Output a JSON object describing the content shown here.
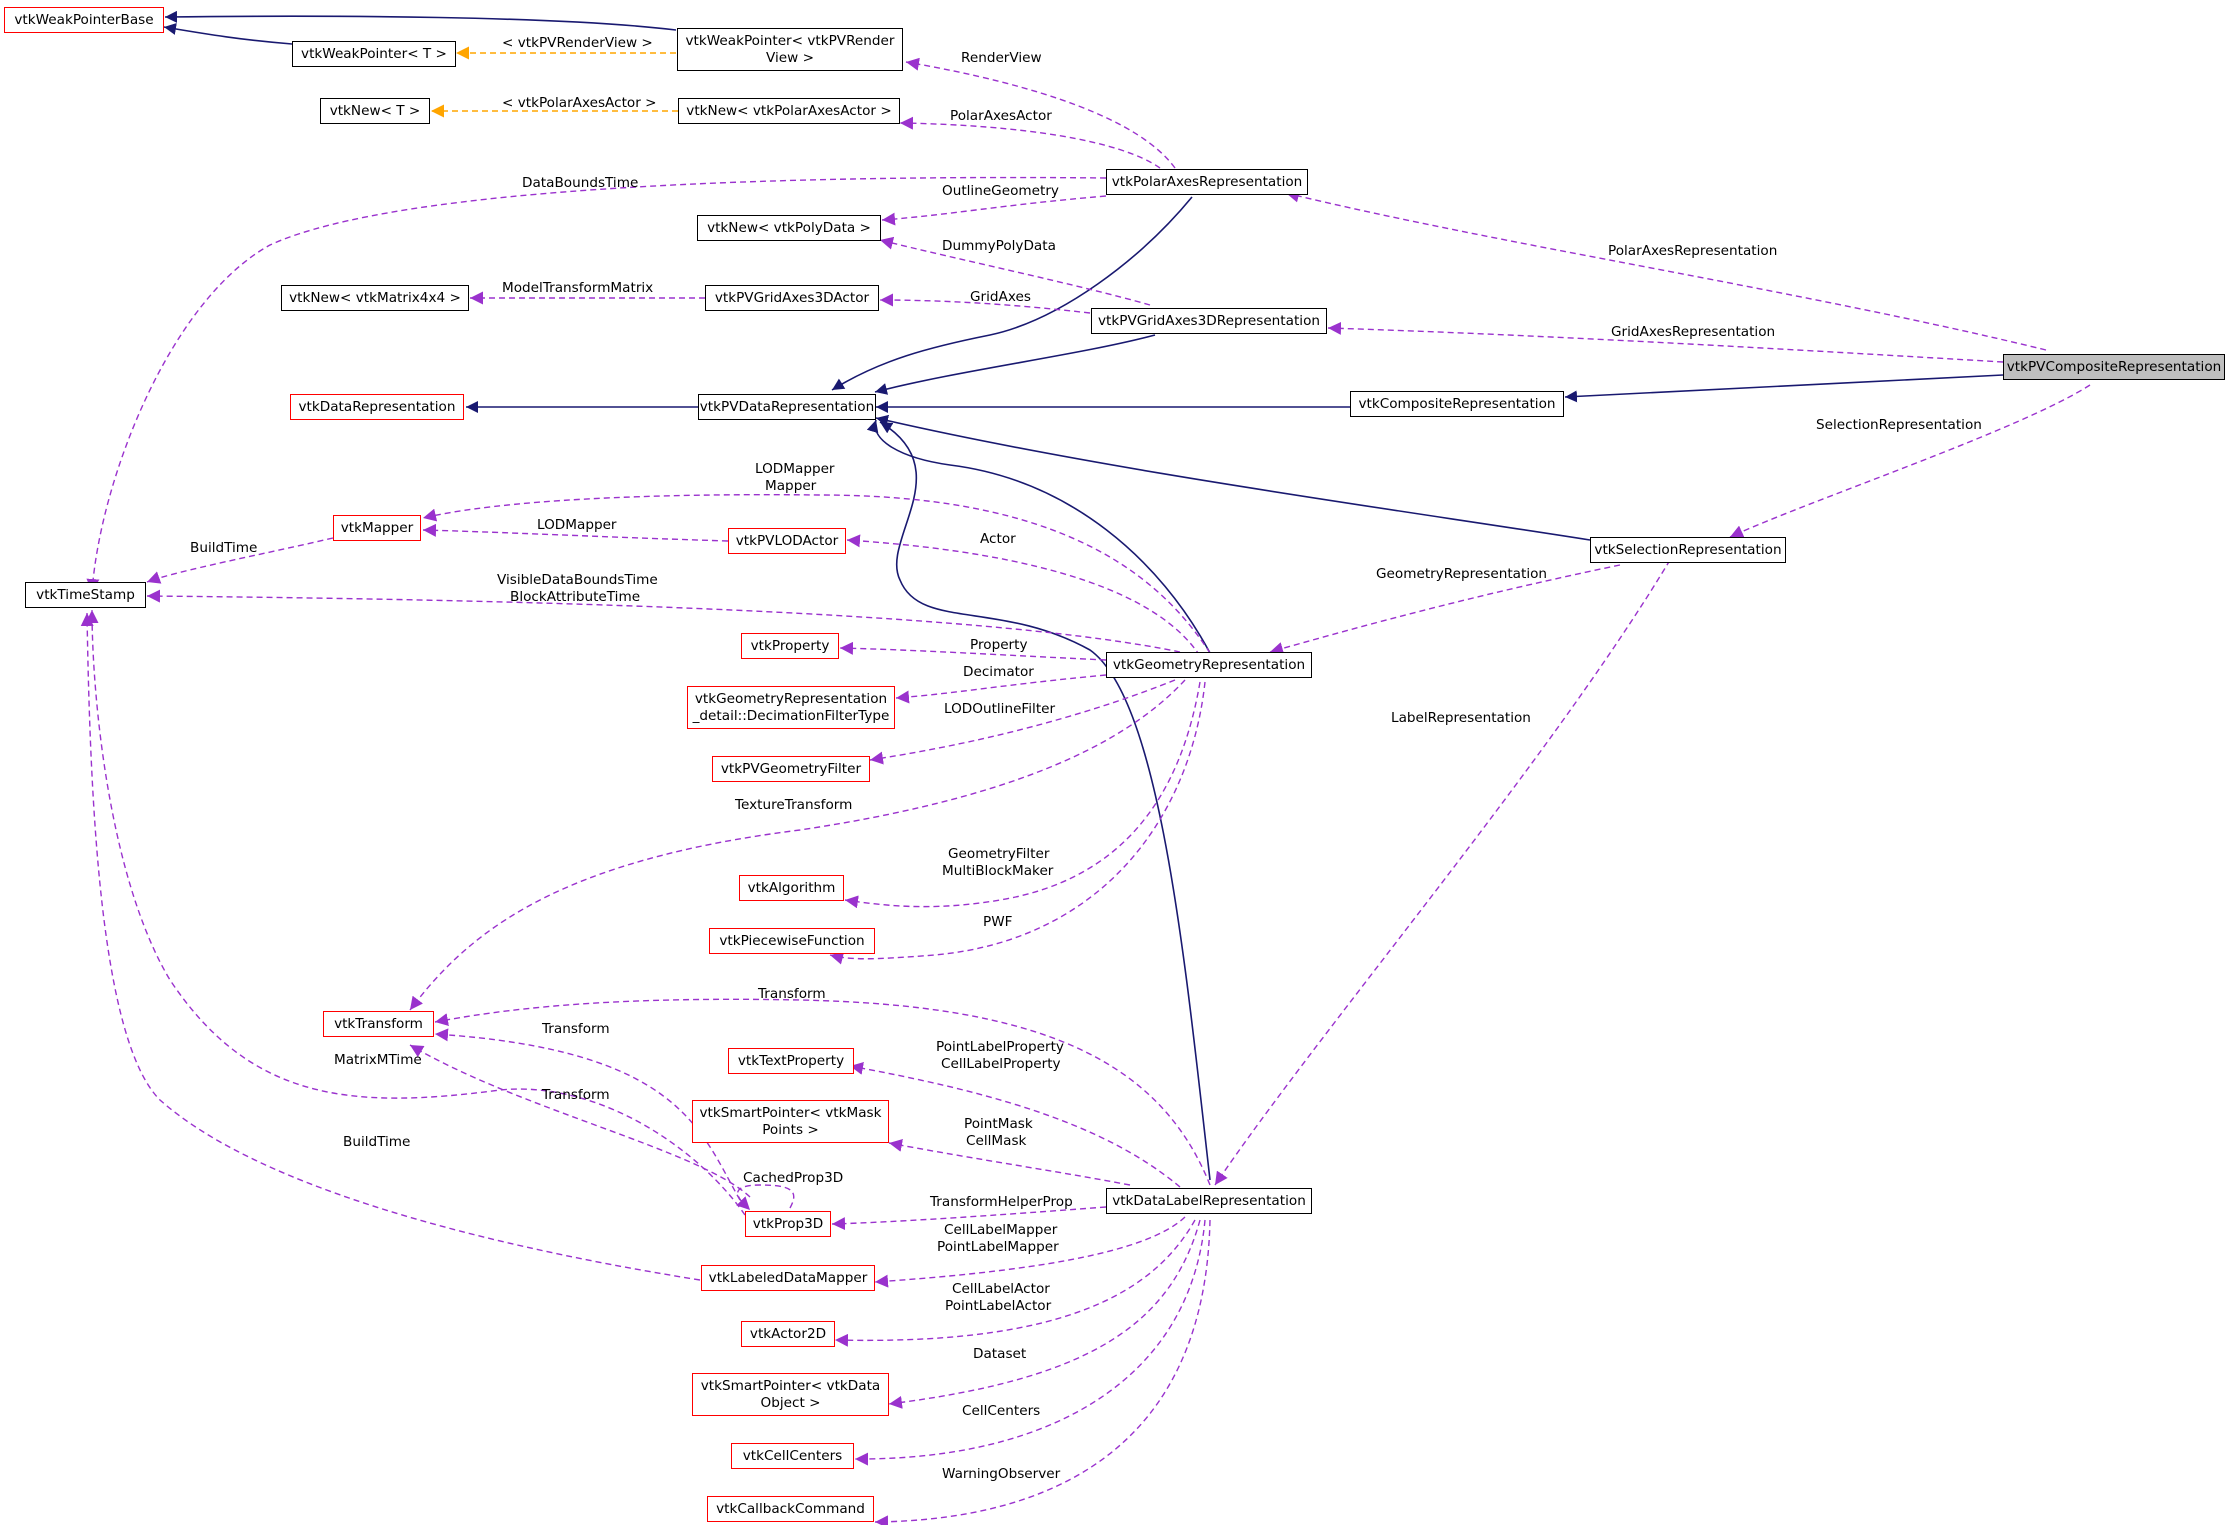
{
  "colors": {
    "inheritance": "#191970",
    "usage": "#9a32cd",
    "template": "#ffa500",
    "undocumented_border": "#ff0000",
    "documented_border": "#000000",
    "focus_fill": "#bfbfbf"
  },
  "nodes": {
    "weak_pointer_base": "vtkWeakPointerBase",
    "weak_pointer_t": "vtkWeakPointer< T >",
    "weak_pointer_pvrenderview": "vtkWeakPointer< vtkPVRender\nView >",
    "new_t": "vtkNew< T >",
    "new_polar_axes_actor": "vtkNew< vtkPolarAxesActor >",
    "polar_axes_representation": "vtkPolarAxesRepresentation",
    "new_polydata": "vtkNew< vtkPolyData >",
    "new_matrix4x4": "vtkNew< vtkMatrix4x4 >",
    "pvgridaxes3d_actor": "vtkPVGridAxes3DActor",
    "pvgridaxes3d_representation": "vtkPVGridAxes3DRepresentation",
    "pv_composite_representation": "vtkPVCompositeRepresentation",
    "data_representation": "vtkDataRepresentation",
    "pv_data_representation": "vtkPVDataRepresentation",
    "composite_representation": "vtkCompositeRepresentation",
    "mapper": "vtkMapper",
    "pvlod_actor": "vtkPVLODActor",
    "selection_representation": "vtkSelectionRepresentation",
    "time_stamp": "vtkTimeStamp",
    "property": "vtkProperty",
    "geometry_representation": "vtkGeometryRepresentation",
    "decimation_filter_type": "vtkGeometryRepresentation\n_detail::DecimationFilterType",
    "pv_geometry_filter": "vtkPVGeometryFilter",
    "algorithm": "vtkAlgorithm",
    "piecewise_function": "vtkPiecewiseFunction",
    "transform": "vtkTransform",
    "text_property": "vtkTextProperty",
    "smart_pointer_mask_points": "vtkSmartPointer< vtkMask\nPoints >",
    "prop3d": "vtkProp3D",
    "data_label_representation": "vtkDataLabelRepresentation",
    "labeled_data_mapper": "vtkLabeledDataMapper",
    "actor2d": "vtkActor2D",
    "smart_pointer_data_object": "vtkSmartPointer< vtkData\nObject >",
    "cell_centers": "vtkCellCenters",
    "callback_command": "vtkCallbackCommand"
  },
  "edge_labels": {
    "pvrenderview_template": "< vtkPVRenderView >",
    "render_view": "RenderView",
    "polar_axes_actor_template": "< vtkPolarAxesActor >",
    "polar_axes_actor": "PolarAxesActor",
    "data_bounds_time": "DataBoundsTime",
    "outline_geometry": "OutlineGeometry",
    "polar_axes_representation": "PolarAxesRepresentation",
    "dummy_poly_data": "DummyPolyData",
    "model_transform_matrix": "ModelTransformMatrix",
    "grid_axes": "GridAxes",
    "grid_axes_representation": "GridAxesRepresentation",
    "selection_representation": "SelectionRepresentation",
    "lod_mapper_mapper_1": "LODMapper",
    "lod_mapper_mapper_2": "Mapper",
    "build_time_1": "BuildTime",
    "lod_mapper": "LODMapper",
    "actor": "Actor",
    "visible_data_bounds_time": "VisibleDataBoundsTime",
    "block_attribute_time": "BlockAttributeTime",
    "geometry_representation": "GeometryRepresentation",
    "property": "Property",
    "decimator": "Decimator",
    "lod_outline_filter": "LODOutlineFilter",
    "label_representation": "LabelRepresentation",
    "texture_transform": "TextureTransform",
    "geometry_filter": "GeometryFilter",
    "multi_block_maker": "MultiBlockMaker",
    "pwf": "PWF",
    "transform_1": "Transform",
    "transform_2": "Transform",
    "matrix_m_time": "MatrixMTime",
    "point_label_property": "PointLabelProperty",
    "cell_label_property": "CellLabelProperty",
    "transform_3": "Transform",
    "build_time_2": "BuildTime",
    "point_mask": "PointMask",
    "cell_mask": "CellMask",
    "cached_prop3d": "CachedProp3D",
    "transform_helper_prop": "TransformHelperProp",
    "cell_label_mapper": "CellLabelMapper",
    "point_label_mapper": "PointLabelMapper",
    "cell_label_actor": "CellLabelActor",
    "point_label_actor": "PointLabelActor",
    "dataset": "Dataset",
    "cell_centers": "CellCenters",
    "warning_observer": "WarningObserver"
  }
}
